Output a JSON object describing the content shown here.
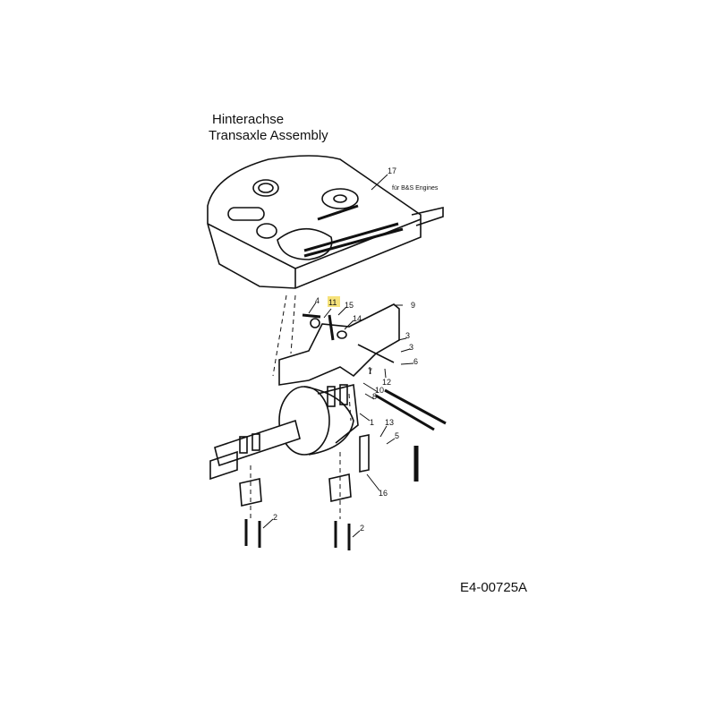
{
  "title": {
    "german": "Hinterachse",
    "english": "Transaxle Assembly"
  },
  "note": "für B&S Engines",
  "drawing_code": "E4-00725A",
  "highlight_color": "#f6e27a",
  "callouts": {
    "c17": "17",
    "c4": "4",
    "c11": "11",
    "c15": "15",
    "c9": "9",
    "c14": "14",
    "c3a": "3",
    "c3b": "3",
    "c6": "6",
    "c7": "7",
    "c12": "12",
    "c10": "10",
    "c8": "8",
    "c1": "1",
    "c13": "13",
    "c5": "5",
    "c16": "16",
    "c2a": "2",
    "c2b": "2"
  },
  "highlighted_part": "11"
}
